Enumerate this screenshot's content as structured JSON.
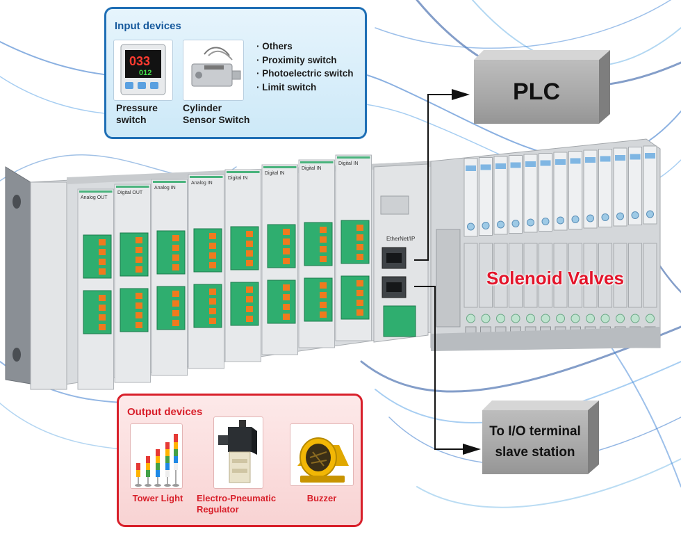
{
  "input_devices": {
    "title": "Input devices",
    "pressure_switch": {
      "line1": "Pressure",
      "line2": "switch",
      "display_main": "033",
      "display_sub": "012"
    },
    "cylinder_switch": {
      "line1": "Cylinder",
      "line2": "Sensor Switch"
    },
    "bullets": [
      "· Others",
      "· Proximity switch",
      "· Photoelectric switch",
      "· Limit switch"
    ]
  },
  "output_devices": {
    "title": "Output devices",
    "tower_light": "Tower Light",
    "regulator": {
      "line1": "Electro-Pneumatic",
      "line2": "Regulator"
    },
    "buzzer": "Buzzer"
  },
  "plc": {
    "label": "PLC"
  },
  "slave_station": {
    "line1": "To I/O terminal",
    "line2": "slave station"
  },
  "solenoid_valves": {
    "label": "Solenoid Valves"
  },
  "io_modules": [
    {
      "label": "Analog OUT"
    },
    {
      "label": "Digital OUT"
    },
    {
      "label": "Analog IN"
    },
    {
      "label": "Analog IN"
    },
    {
      "label": "Digital IN"
    },
    {
      "label": "Digital IN"
    },
    {
      "label": "Digital IN"
    },
    {
      "label": "Digital IN"
    }
  ],
  "communication_module": {
    "label": "EtherNet/IP"
  },
  "colors": {
    "input_border": "#1f6fb5",
    "output_border": "#d81f2a",
    "terminal_green": "#2fae6f",
    "terminal_orange": "#f07a1e",
    "valve_text": "#e3142a"
  }
}
